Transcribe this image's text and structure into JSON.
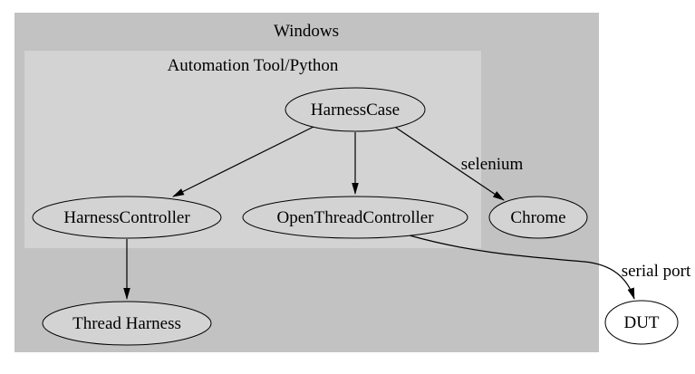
{
  "diagram": {
    "clusters": {
      "windows": {
        "label": "Windows"
      },
      "automation": {
        "label": "Automation Tool/Python"
      }
    },
    "nodes": {
      "harness_case": {
        "label": "HarnessCase"
      },
      "harness_controller": {
        "label": "HarnessController"
      },
      "open_thread_controller": {
        "label": "OpenThreadController"
      },
      "chrome": {
        "label": "Chrome"
      },
      "thread_harness": {
        "label": "Thread Harness"
      },
      "dut": {
        "label": "DUT"
      }
    },
    "edges": [
      {
        "from": "HarnessCase",
        "to": "HarnessController",
        "label": ""
      },
      {
        "from": "HarnessCase",
        "to": "OpenThreadController",
        "label": ""
      },
      {
        "from": "HarnessCase",
        "to": "Chrome",
        "label": "selenium"
      },
      {
        "from": "HarnessController",
        "to": "Thread Harness",
        "label": ""
      },
      {
        "from": "OpenThreadController",
        "to": "DUT",
        "label": "serial port"
      }
    ],
    "colors": {
      "outer_cluster": "#c2c2c2",
      "inner_cluster": "#d3d3d3",
      "node_fill": "#d3d3d3",
      "dut_fill": "#ffffff",
      "stroke": "#000000",
      "background": "#ffffff"
    }
  }
}
